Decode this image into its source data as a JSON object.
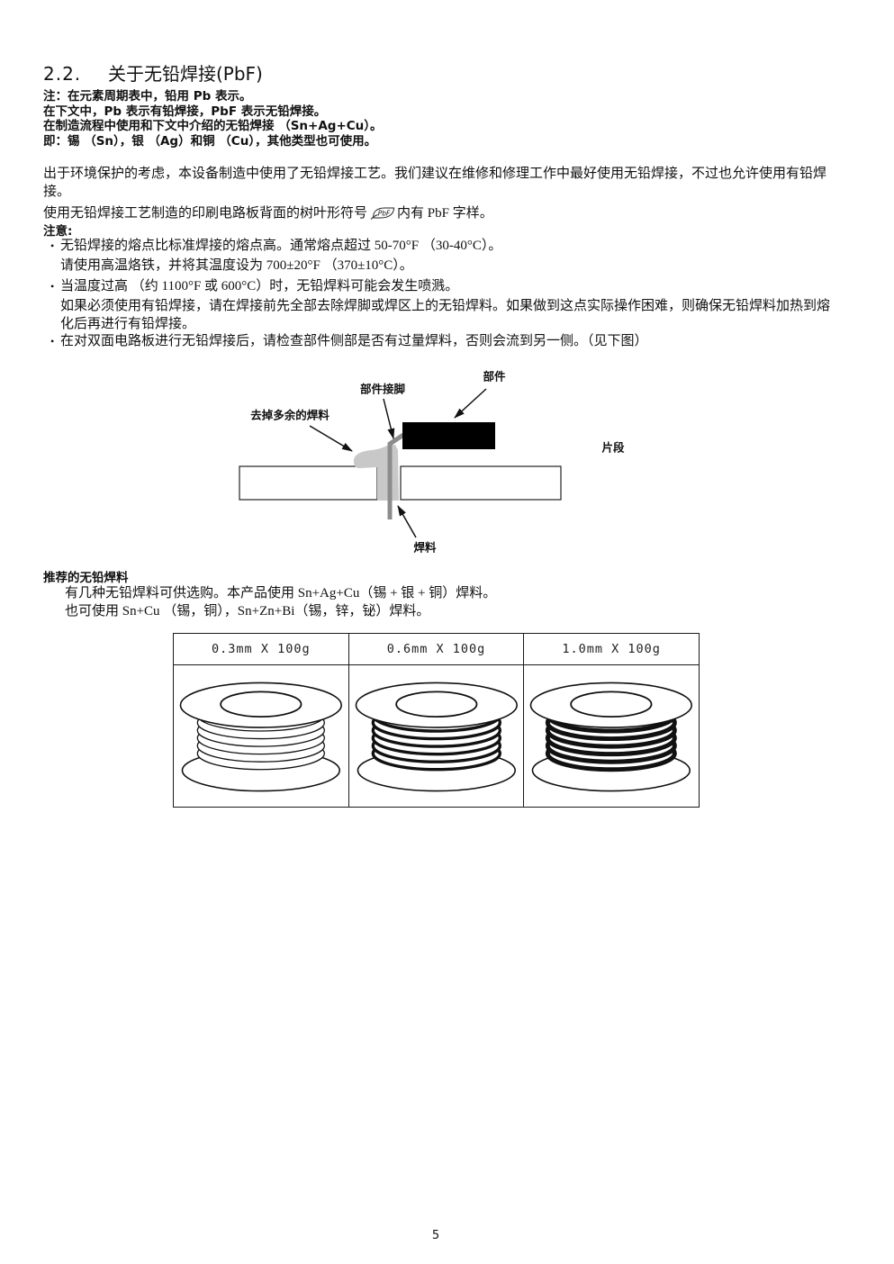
{
  "section": {
    "number": "2.2.",
    "title": "关于无铅焊接(PbF)"
  },
  "notes": [
    "注：在元素周期表中，铅用 Pb 表示。",
    "在下文中，Pb 表示有铅焊接，PbF 表示无铅焊接。",
    "在制造流程中使用和下文中介绍的无铅焊接 （Sn+Ag+Cu）。",
    "即：锡 （Sn），银 （Ag）和铜 （Cu），其他类型也可使用。"
  ],
  "intro": "出于环境保护的考虑，本设备制造中使用了无铅焊接工艺。我们建议在维修和修理工作中最好使用无铅焊接，不过也允许使用有铅焊接。",
  "symbol_line": {
    "before": "使用无铅焊接工艺制造的印刷电路板背面的树叶形符号",
    "icon_text": "PbF",
    "after": "内有 PbF 字样。"
  },
  "caution": {
    "heading": "注意:",
    "items": [
      {
        "bullet": "无铅焊接的熔点比标准焊接的熔点高。通常熔点超过 50-70°F （30-40°C）。",
        "detail": "请使用高温烙铁，并将其温度设为 700±20°F （370±10°C）。"
      },
      {
        "bullet": "当温度过高 （约 1100°F 或 600°C）时，无铅焊料可能会发生喷溅。",
        "detail": "如果必须使用有铅焊接，请在焊接前先全部去除焊脚或焊区上的无铅焊料。如果做到这点实际操作困难，则确保无铅焊料加热到熔化后再进行有铅焊接。"
      },
      {
        "bullet": "在对双面电路板进行无铅焊接后，请检查部件侧部是否有过量焊料，否则会流到另一侧。（见下图）"
      }
    ]
  },
  "diagram": {
    "component_label": "部件",
    "lead_label": "部件接脚",
    "remove_excess_label": "去掉多余的焊料",
    "side_label": "片段",
    "solder_label": "焊料",
    "colors": {
      "component": "#000000",
      "lead": "#8c8c8c",
      "solder": "#c8c8c8"
    }
  },
  "recommended": {
    "heading": "推荐的无铅焊料",
    "lines": [
      "有几种无铅焊料可供选购。本产品使用 Sn+Ag+Cu（锡 + 银 + 铜）焊料。",
      "也可使用 Sn+Cu （锡，铜），Sn+Zn+Bi（锡，锌，铋）焊料。"
    ]
  },
  "solder_table": {
    "headers": [
      "0.3mm X 100g",
      "0.6mm X 100g",
      "1.0mm X 100g"
    ]
  },
  "page_number": "5"
}
